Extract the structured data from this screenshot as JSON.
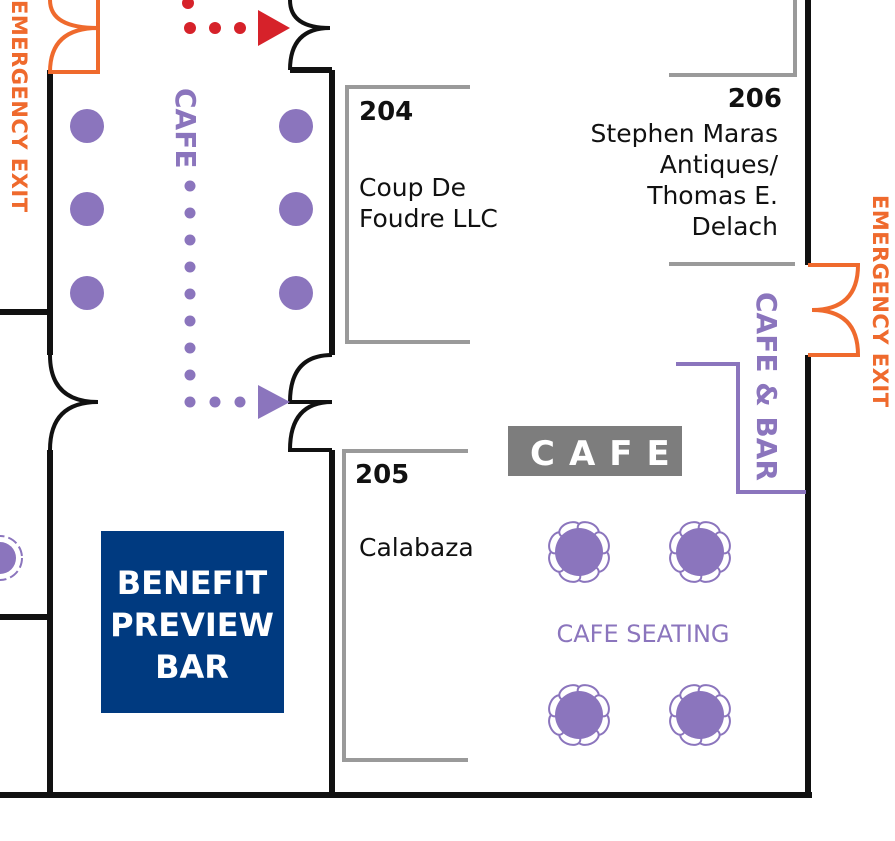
{
  "colors": {
    "wall": "#111111",
    "booth_line": "#9a9a9a",
    "cafe_purple": "#8b75bd",
    "exit_orange": "#ef6a2d",
    "arrow_red": "#d6222a",
    "bar_blue": "#003a80",
    "cafe_gray": "#7d7d7d"
  },
  "exits": {
    "left_label": "EMERGENCY EXIT",
    "right_label": "EMERGENCY EXIT"
  },
  "cafe_path": {
    "label": "CAFE"
  },
  "booths": [
    {
      "number": "204",
      "name_lines": [
        "Coup De",
        "Foudre LLC"
      ]
    },
    {
      "number": "205",
      "name_lines": [
        "Calabaza"
      ]
    },
    {
      "number": "206",
      "name_lines": [
        "Stephen Maras",
        "Antiques/",
        "Thomas E.",
        "Delach"
      ]
    }
  ],
  "cafe_and_bar": {
    "label": "CAFE & BAR"
  },
  "cafe_banner": {
    "label": "CAFE"
  },
  "cafe_seating": {
    "label": "CAFE SEATING",
    "table_icon": "round-table-with-chairs-icon"
  },
  "benefit_bar": {
    "lines": [
      "BENEFIT",
      "PREVIEW",
      "BAR"
    ]
  }
}
